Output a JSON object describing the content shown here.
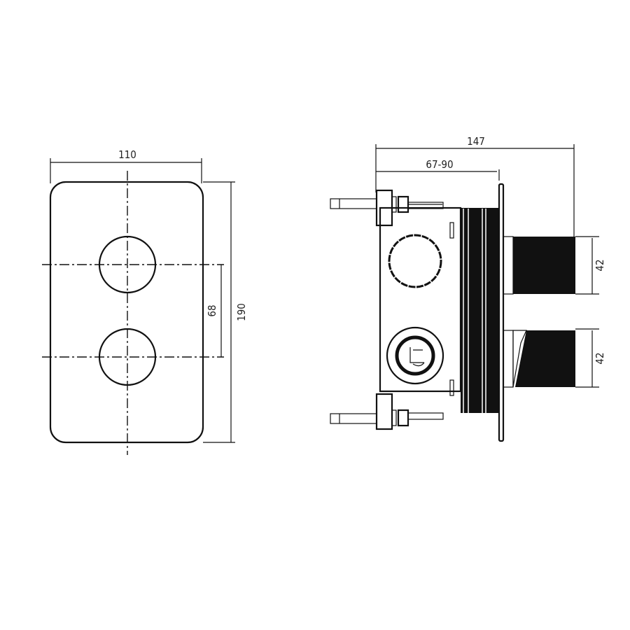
{
  "front_view": {
    "width_label": "110",
    "height_label": "190",
    "knob_spacing_label": "68"
  },
  "side_view": {
    "total_depth_label": "147",
    "wall_depth_label": "67-90",
    "upper_outlet_label": "42",
    "lower_outlet_label": "42"
  }
}
